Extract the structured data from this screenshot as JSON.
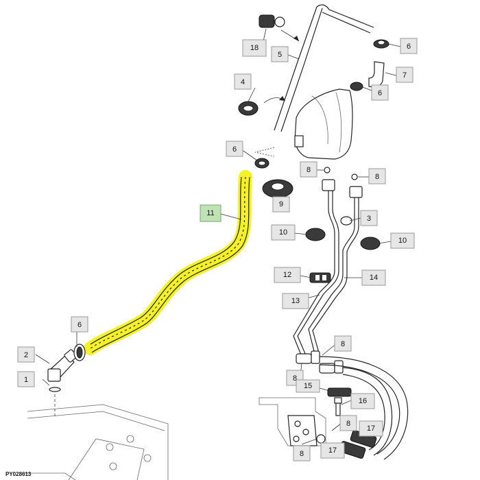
{
  "figure_code": "PY028613",
  "highlight_color": "#f2ee00",
  "highlight_callout_color": "#bfe3b4",
  "callouts": [
    {
      "id": "c1",
      "label": "1"
    },
    {
      "id": "c2",
      "label": "2"
    },
    {
      "id": "c3",
      "label": "3"
    },
    {
      "id": "c4",
      "label": "4"
    },
    {
      "id": "c5",
      "label": "5"
    },
    {
      "id": "c6a",
      "label": "6"
    },
    {
      "id": "c6b",
      "label": "6"
    },
    {
      "id": "c6c",
      "label": "6"
    },
    {
      "id": "c6d",
      "label": "6"
    },
    {
      "id": "c7",
      "label": "7"
    },
    {
      "id": "c8a",
      "label": "8"
    },
    {
      "id": "c8b",
      "label": "8"
    },
    {
      "id": "c8c",
      "label": "8"
    },
    {
      "id": "c8d",
      "label": "8"
    },
    {
      "id": "c8e",
      "label": "8"
    },
    {
      "id": "c8f",
      "label": "8"
    },
    {
      "id": "c9",
      "label": "9"
    },
    {
      "id": "c10a",
      "label": "10"
    },
    {
      "id": "c10b",
      "label": "10"
    },
    {
      "id": "c11",
      "label": "11",
      "highlighted": true
    },
    {
      "id": "c12",
      "label": "12"
    },
    {
      "id": "c13",
      "label": "13"
    },
    {
      "id": "c14",
      "label": "14"
    },
    {
      "id": "c15",
      "label": "15"
    },
    {
      "id": "c16",
      "label": "16"
    },
    {
      "id": "c17a",
      "label": "17"
    },
    {
      "id": "c17b",
      "label": "17"
    },
    {
      "id": "c18",
      "label": "18"
    }
  ]
}
